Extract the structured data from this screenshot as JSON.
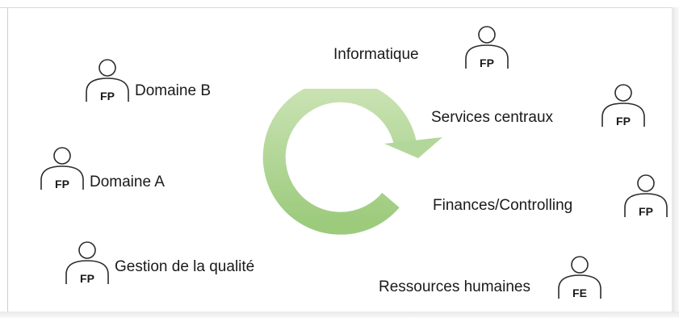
{
  "colors": {
    "arrow_light": "#c9e2b3",
    "arrow_dark": "#9ccb7c",
    "stroke": "#2b2b2b",
    "text": "#1a1a1a"
  },
  "icons": {
    "person": "person-outline-icon",
    "cycle": "circular-arrow-icon"
  },
  "nodes": {
    "informatique": {
      "label": "Informatique",
      "code": "FP"
    },
    "services": {
      "label": "Services centraux",
      "code": "FP"
    },
    "finances": {
      "label": "Finances/Controlling",
      "code": "FP"
    },
    "rh": {
      "label": "Ressources humaines",
      "code": "FE"
    },
    "domaine_b": {
      "label": "Domaine B",
      "code": "FP"
    },
    "domaine_a": {
      "label": "Domaine A",
      "code": "FP"
    },
    "qualite": {
      "label": "Gestion de la qualité",
      "code": "FP"
    }
  }
}
